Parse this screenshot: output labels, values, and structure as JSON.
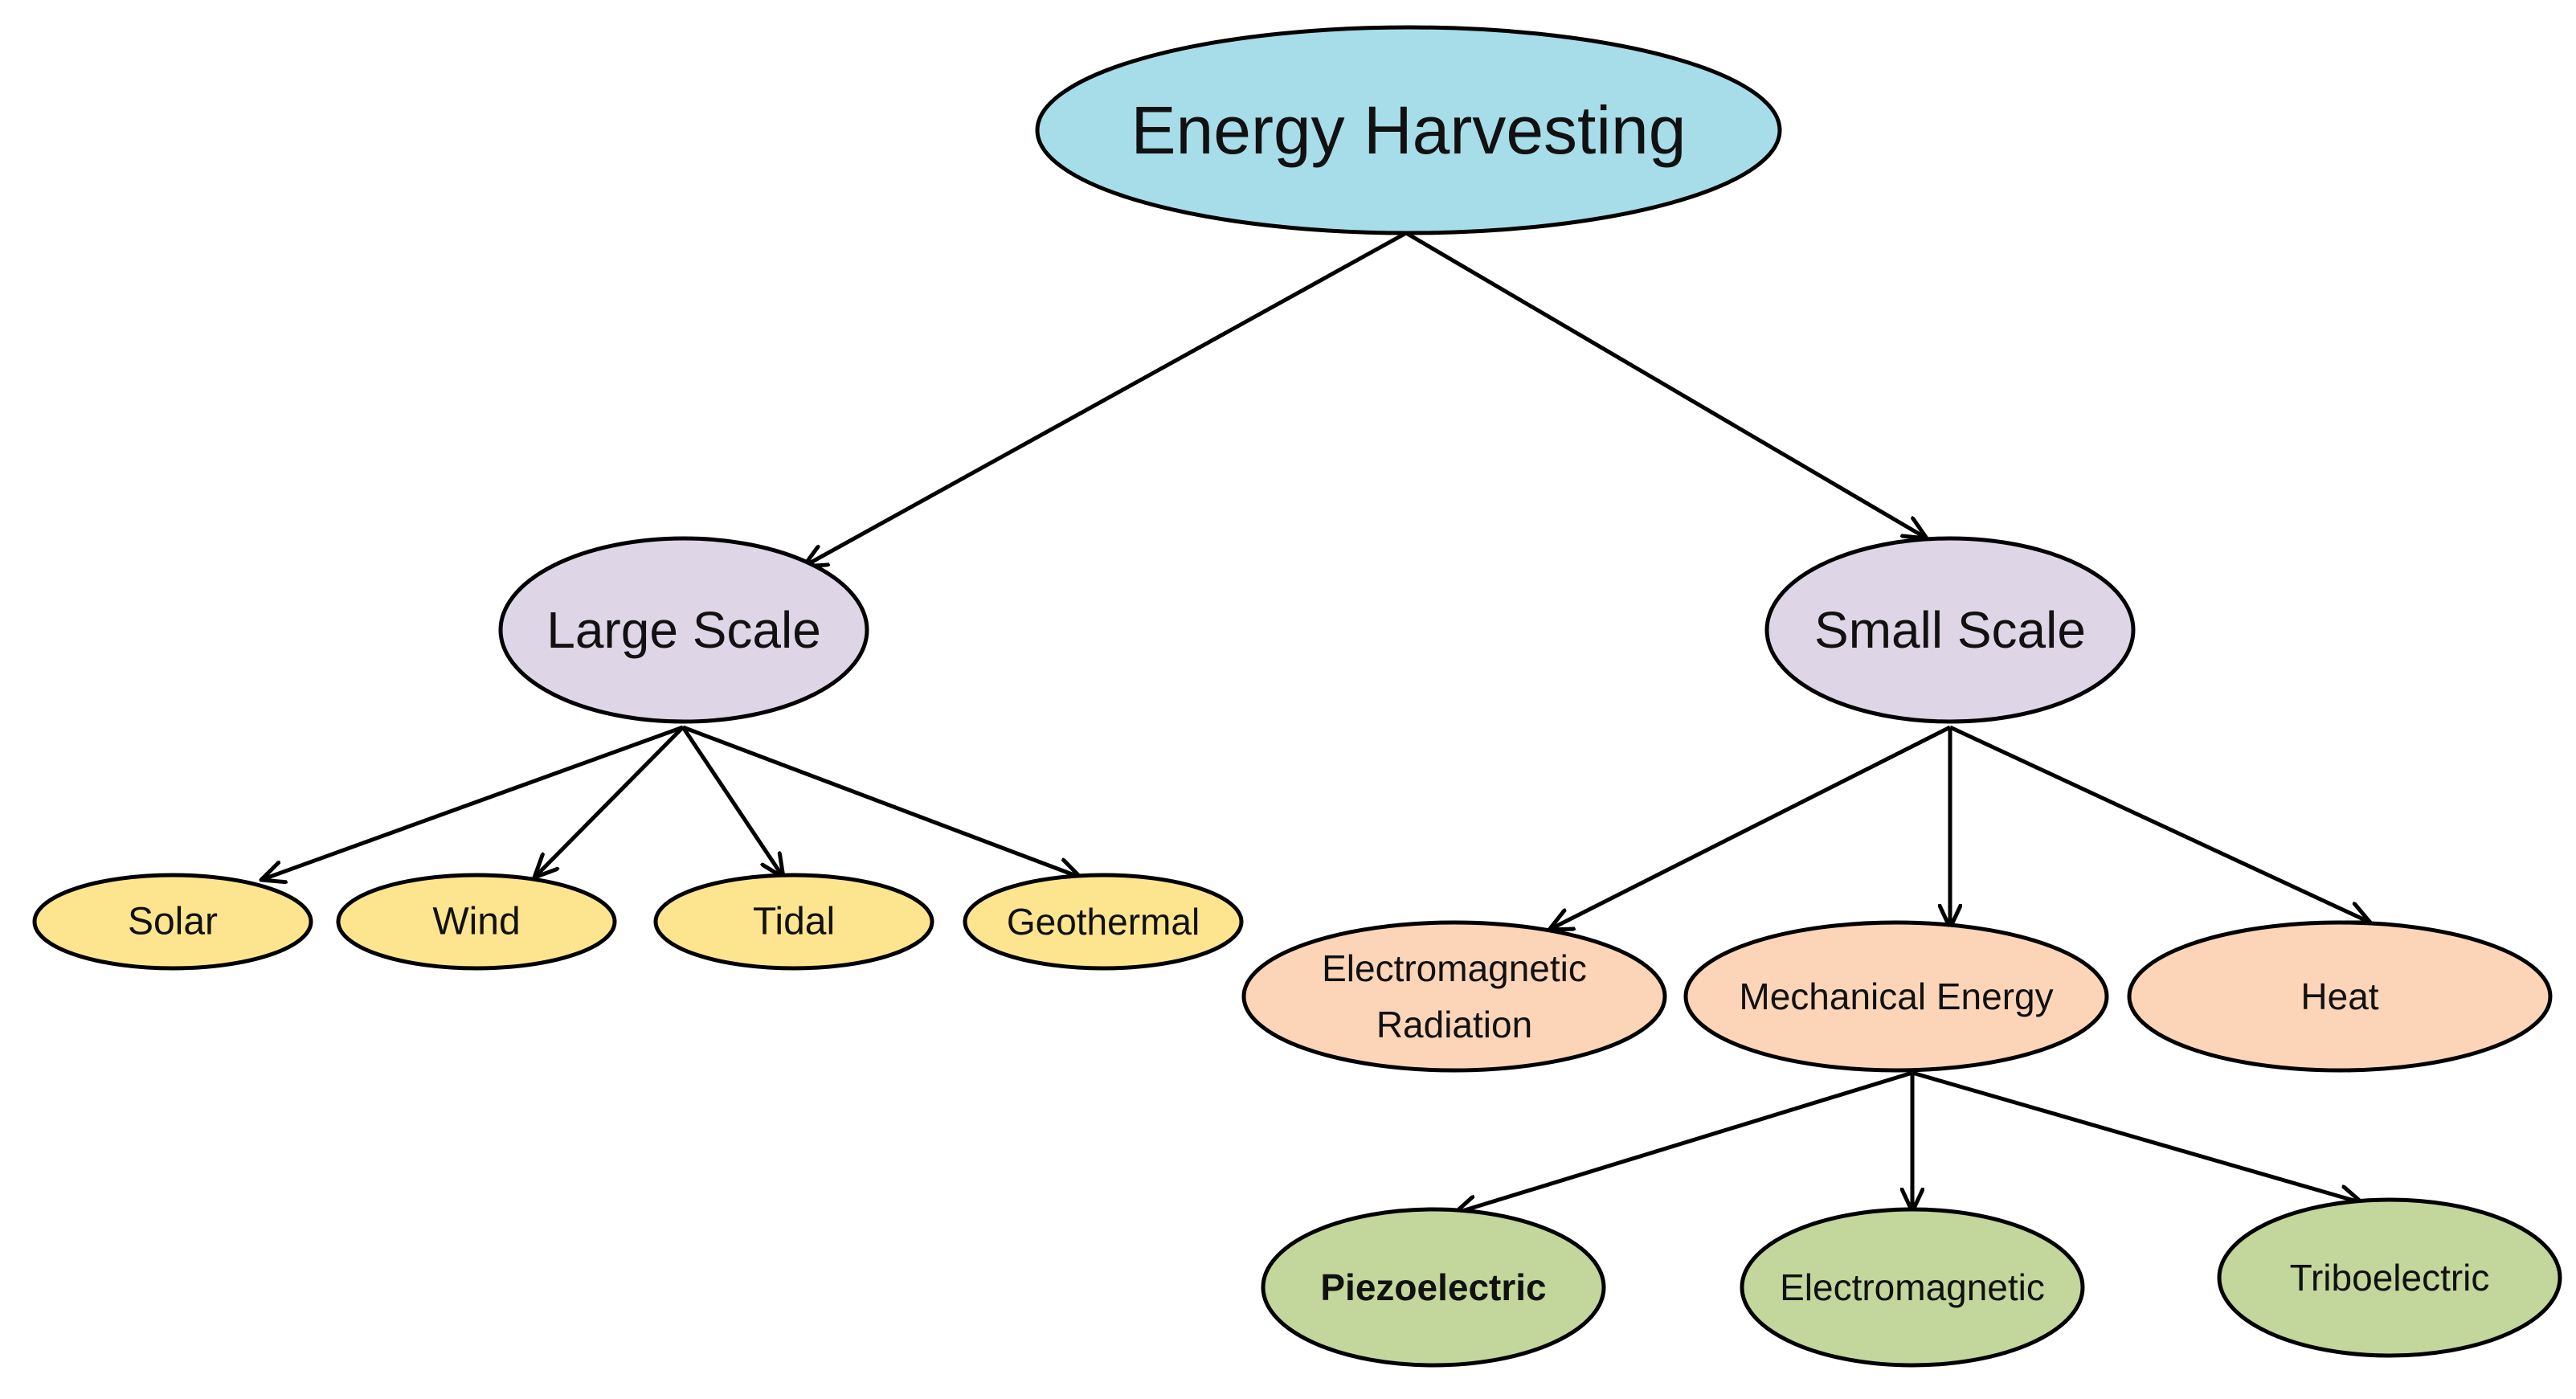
{
  "colors": {
    "root": "#a6dde8",
    "scale": "#ded5e6",
    "large_leaf": "#fde58f",
    "energy_type": "#fcd5b9",
    "mechanism": "#c3d69b",
    "outline": "#000000"
  },
  "nodes": {
    "root": {
      "label": "Energy Harvesting"
    },
    "large_scale": {
      "label": "Large Scale"
    },
    "small_scale": {
      "label": "Small Scale"
    },
    "solar": {
      "label": "Solar"
    },
    "wind": {
      "label": "Wind"
    },
    "tidal": {
      "label": "Tidal"
    },
    "geothermal": {
      "label": "Geothermal"
    },
    "em_radiation": {
      "line1": "Electromagnetic",
      "line2": "Radiation"
    },
    "mechanical": {
      "label": "Mechanical Energy"
    },
    "heat": {
      "label": "Heat"
    },
    "piezoelectric": {
      "label": "Piezoelectric"
    },
    "electromagnetic": {
      "label": "Electromagnetic"
    },
    "triboelectric": {
      "label": "Triboelectric"
    }
  }
}
